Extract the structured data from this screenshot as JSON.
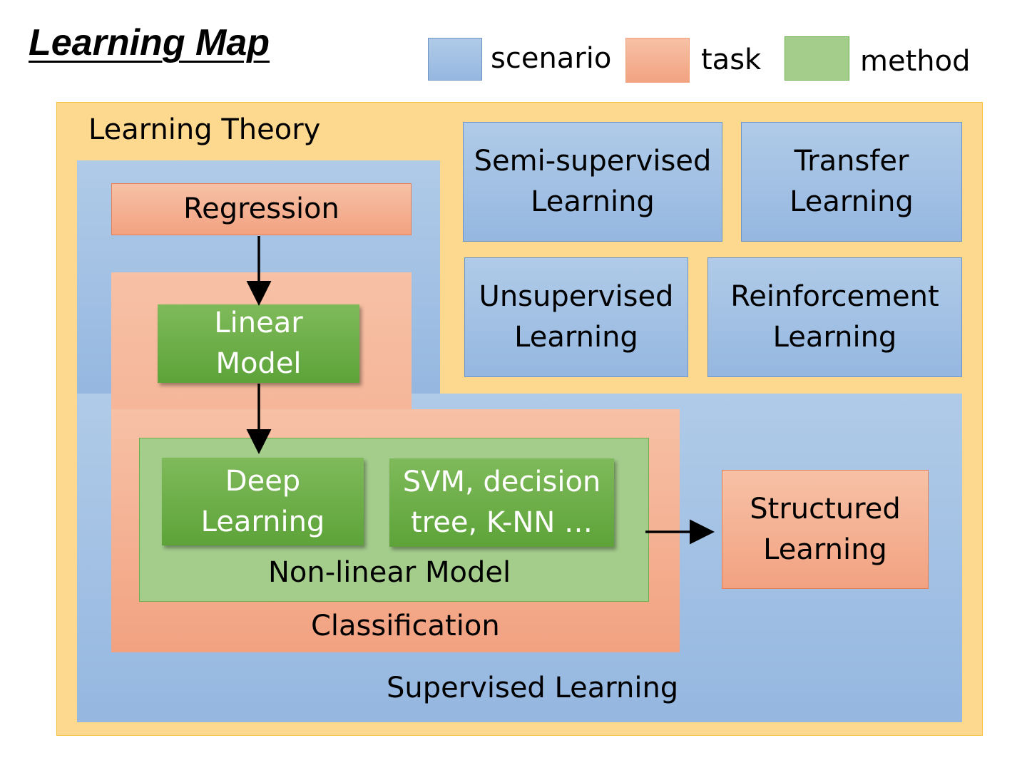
{
  "title": "Learning Map",
  "legend": {
    "scenario": "scenario",
    "task": "task",
    "method": "method"
  },
  "colors": {
    "scenario": "#a6c3e6",
    "task": "#f4b093",
    "method": "#6fb04a",
    "theory_background": "#fdd98f"
  },
  "learning_theory": "Learning Theory",
  "scenarios": {
    "semi_supervised": "Semi-supervised\nLearning",
    "transfer": "Transfer\nLearning",
    "unsupervised": "Unsupervised\nLearning",
    "reinforcement": "Reinforcement\nLearning",
    "supervised": "Supervised Learning"
  },
  "tasks": {
    "regression": "Regression",
    "classification": "Classification",
    "structured": "Structured\nLearning"
  },
  "methods": {
    "linear_model": "Linear\nModel",
    "nonlinear_model": "Non-linear Model",
    "deep_learning": "Deep\nLearning",
    "svm_etc": "SVM, decision\ntree, K-NN …"
  }
}
